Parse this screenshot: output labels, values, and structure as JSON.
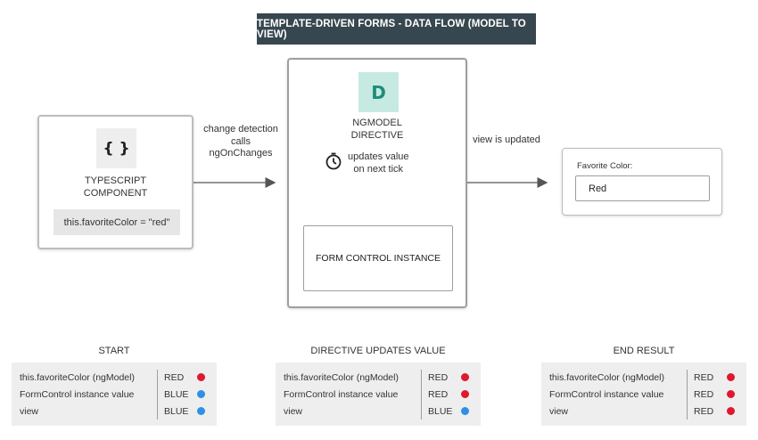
{
  "title": "TEMPLATE-DRIVEN FORMS - DATA FLOW (MODEL TO VIEW)",
  "component": {
    "icon": "{ }",
    "icon_name": "curly-braces-icon",
    "label_line1": "TYPESCRIPT",
    "label_line2": "COMPONENT",
    "code": "this.favoriteColor = \"red\""
  },
  "arrow1": {
    "line1": "change detection",
    "line2": "calls",
    "line3": "ngOnChanges"
  },
  "directive": {
    "icon": "D",
    "icon_name": "letter-d-icon",
    "label_line1": "NGMODEL",
    "label_line2": "DIRECTIVE",
    "tick_line1": "updates value",
    "tick_line2": "on next tick",
    "tick_icon": "timer-icon",
    "form_control": "FORM CONTROL INSTANCE"
  },
  "arrow2": {
    "label": "view is updated"
  },
  "view_card": {
    "field_label": "Favorite Color:",
    "field_value": "Red"
  },
  "tables": [
    {
      "title": "START",
      "rows": [
        {
          "name": "this.favoriteColor (ngModel)",
          "value": "RED",
          "color": "#e0182d"
        },
        {
          "name": "FormControl instance value",
          "value": "BLUE",
          "color": "#2f8fe6"
        },
        {
          "name": "view",
          "value": "BLUE",
          "color": "#2f8fe6"
        }
      ]
    },
    {
      "title": "DIRECTIVE UPDATES VALUE",
      "rows": [
        {
          "name": "this.favoriteColor (ngModel)",
          "value": "RED",
          "color": "#e0182d"
        },
        {
          "name": "FormControl instance value",
          "value": "RED",
          "color": "#e0182d"
        },
        {
          "name": "view",
          "value": "BLUE",
          "color": "#2f8fe6"
        }
      ]
    },
    {
      "title": "END RESULT",
      "rows": [
        {
          "name": "this.favoriteColor (ngModel)",
          "value": "RED",
          "color": "#e0182d"
        },
        {
          "name": "FormControl instance value",
          "value": "RED",
          "color": "#e0182d"
        },
        {
          "name": "view",
          "value": "RED",
          "color": "#e0182d"
        }
      ]
    }
  ],
  "colors": {
    "banner": "#37474f",
    "icon_teal_bg": "#c6e9e2",
    "icon_teal_fg": "#1f8c78",
    "red": "#e0182d",
    "blue": "#2f8fe6"
  }
}
